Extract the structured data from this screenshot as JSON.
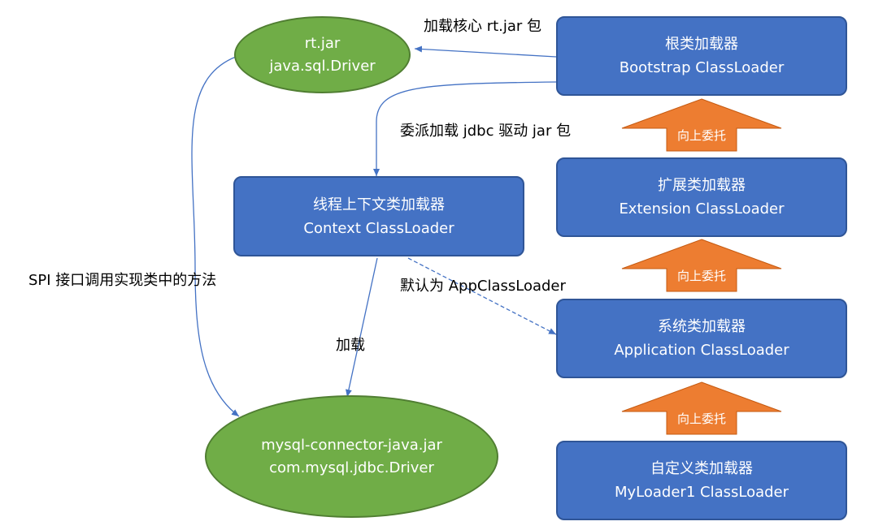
{
  "loaders": {
    "bootstrap": {
      "title": "根类加载器",
      "subtitle": "Bootstrap ClassLoader"
    },
    "extension": {
      "title": "扩展类加载器",
      "subtitle": "Extension ClassLoader"
    },
    "application": {
      "title": "系统类加载器",
      "subtitle": "Application ClassLoader"
    },
    "custom": {
      "title": "自定义类加载器",
      "subtitle": "MyLoader1 ClassLoader"
    },
    "context": {
      "title": "线程上下文类加载器",
      "subtitle": "Context ClassLoader"
    }
  },
  "jars": {
    "rt": {
      "line1": "rt.jar",
      "line2": "java.sql.Driver"
    },
    "mysql": {
      "line1": "mysql-connector-java.jar",
      "line2": "com.mysql.jdbc.Driver"
    }
  },
  "delegate_arrows": [
    "向上委托",
    "向上委托",
    "向上委托"
  ],
  "edge_labels": {
    "load_core": "加载核心 rt.jar 包",
    "delegate_jdbc": "委派加载 jdbc 驱动 jar 包",
    "default_app": "默认为 AppClassLoader",
    "load": "加载",
    "spi": "SPI 接口调用实现类中的方法"
  },
  "colors": {
    "loader_fill": "#4472c4",
    "loader_border": "#2f5597",
    "jar_fill": "#70ad47",
    "jar_border": "#507e32",
    "delegate_arrow_fill": "#ed7d31",
    "connector": "#4472c4"
  }
}
